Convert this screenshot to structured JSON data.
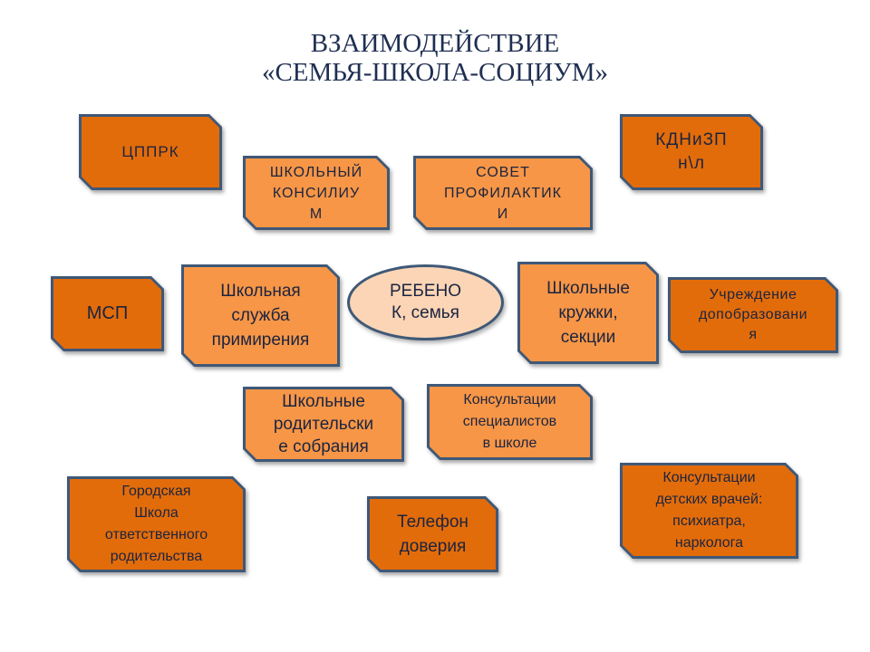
{
  "title": "ВЗАИМОДЕЙСТВИЕ\n«СЕМЬЯ-ШКОЛА-СОЦИУМ»",
  "center": "РЕБЕНО\nК, семья",
  "boxes": {
    "cpprk": "ЦППРК",
    "konsilium": "ШКОЛЬНЫЙ\nКОНСИЛИУ\nМ",
    "sovet": "СОВЕТ\nПРОФИЛАКТИК\nИ",
    "kdn": "КДНиЗП\nн\\л",
    "msp": "МСП",
    "sluzhba": "Школьная\nслужба\nпримирения",
    "kruzhki": "Школьные\nкружки,\nсекции",
    "dopobr": "Учреждение\nдопобразовани\nя",
    "sobrania": "Школьные\nродительски\nе собрания",
    "konsult_spec": "Консультации\nспециалистов\n          в школе",
    "gorod_shkola": "Городская\nШкола\nответственного\nродительства",
    "telefon": "Телефон\nдоверия",
    "vrachi": "Консультации\nдетских врачей:\nпсихиатра,\nнарколога"
  },
  "colors": {
    "dark_orange": "#e36c0a",
    "light_orange": "#f79646",
    "center": "#fbd5b5",
    "border": "#3f5877"
  }
}
